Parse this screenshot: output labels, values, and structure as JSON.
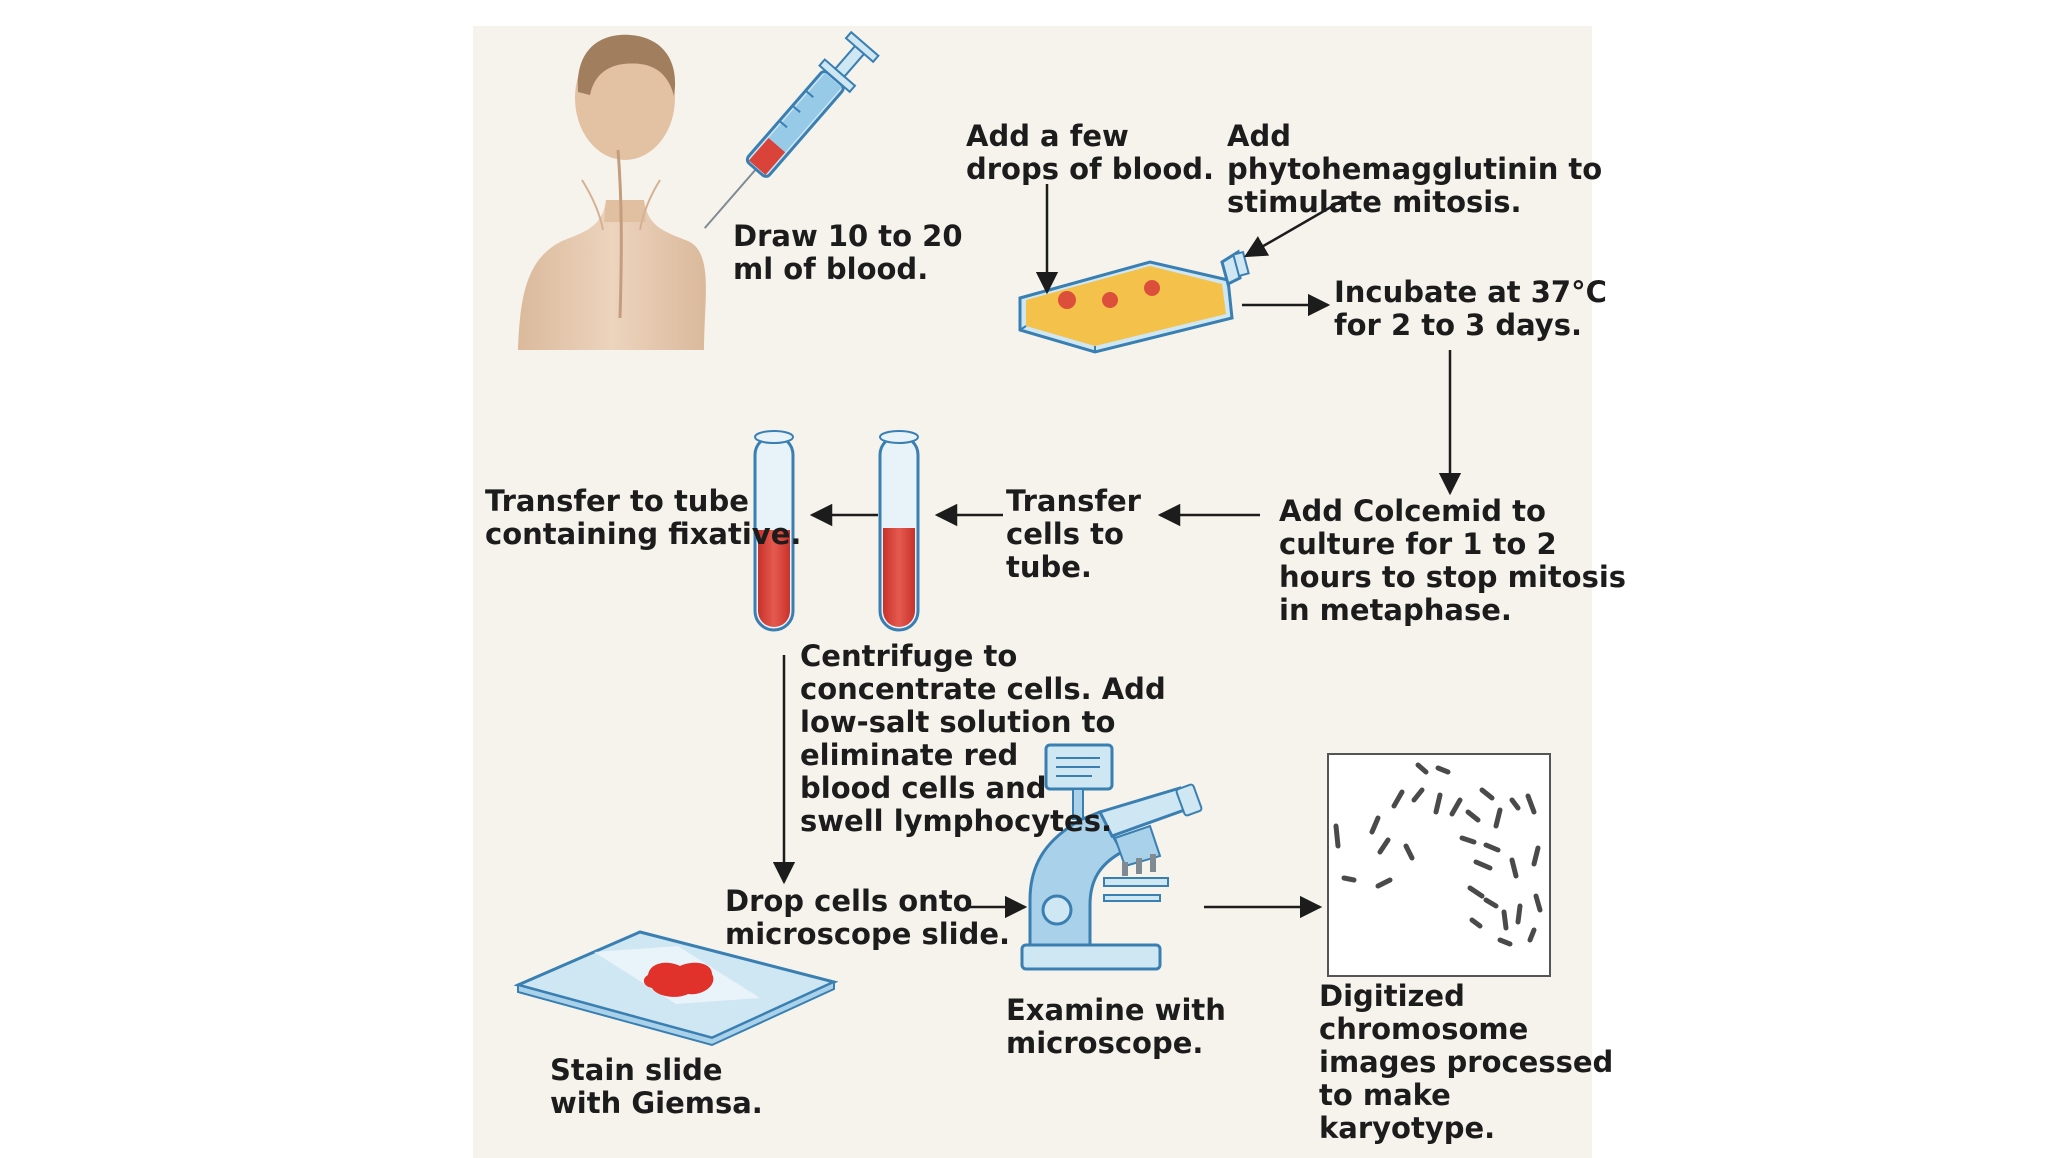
{
  "labels": {
    "draw_blood": "Draw 10 to 20\nml of blood.",
    "add_blood": "Add a few\ndrops of blood.",
    "add_pha": "Add\nphytohemagglutinin to\nstimulate mitosis.",
    "incubate": "Incubate at 37°C\nfor 2 to 3 days.",
    "add_colcemid": "Add Colcemid to\nculture for 1 to 2\nhours to stop mitosis\nin metaphase.",
    "transfer_cells": "Transfer\ncells to\ntube.",
    "transfer_fixative": "Transfer to tube\ncontaining fixative.",
    "centrifuge": "Centrifuge to\nconcentrate cells. Add\nlow-salt solution to\neliminate red\nblood cells and\nswell lymphocytes.",
    "drop_cells": "Drop cells onto\nmicroscope slide.",
    "stain_slide": "Stain slide\nwith Giemsa.",
    "examine": "Examine with\nmicroscope.",
    "digitized": "Digitized\nchromosome\nimages processed\nto make\nkaryotype."
  },
  "colors": {
    "panel": "#f5f3ec",
    "text": "#1c1c1c",
    "blood": "#d9433a",
    "glass": "#cfe6f3",
    "skin": "#e3c4a8"
  },
  "icons": [
    "person-icon",
    "syringe-icon",
    "culture-flask-icon",
    "test-tube-icon",
    "microscope-icon",
    "slide-icon",
    "karyotype-image-icon"
  ]
}
